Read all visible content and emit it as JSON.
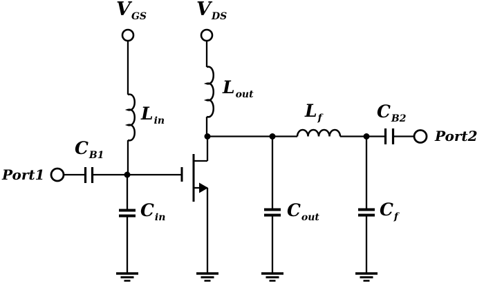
{
  "diagram": {
    "kind": "rf-amplifier-circuit-schematic",
    "background_color": "#ffffff",
    "line_color": "#000000"
  },
  "labels": {
    "vgs": {
      "main": "V",
      "sub": "GS"
    },
    "vds": {
      "main": "V",
      "sub": "DS"
    },
    "lin": {
      "main": "L",
      "sub": "in"
    },
    "lout": {
      "main": "L",
      "sub": "out"
    },
    "lf": {
      "main": "L",
      "sub": "f"
    },
    "cb1": {
      "main": "C",
      "sub": "B1"
    },
    "cb2": {
      "main": "C",
      "sub": "B2"
    },
    "cin": {
      "main": "C",
      "sub": "in"
    },
    "cout": {
      "main": "C",
      "sub": "out"
    },
    "cf": {
      "main": "C",
      "sub": "f"
    },
    "port1": "Port1",
    "port2": "Port2"
  }
}
